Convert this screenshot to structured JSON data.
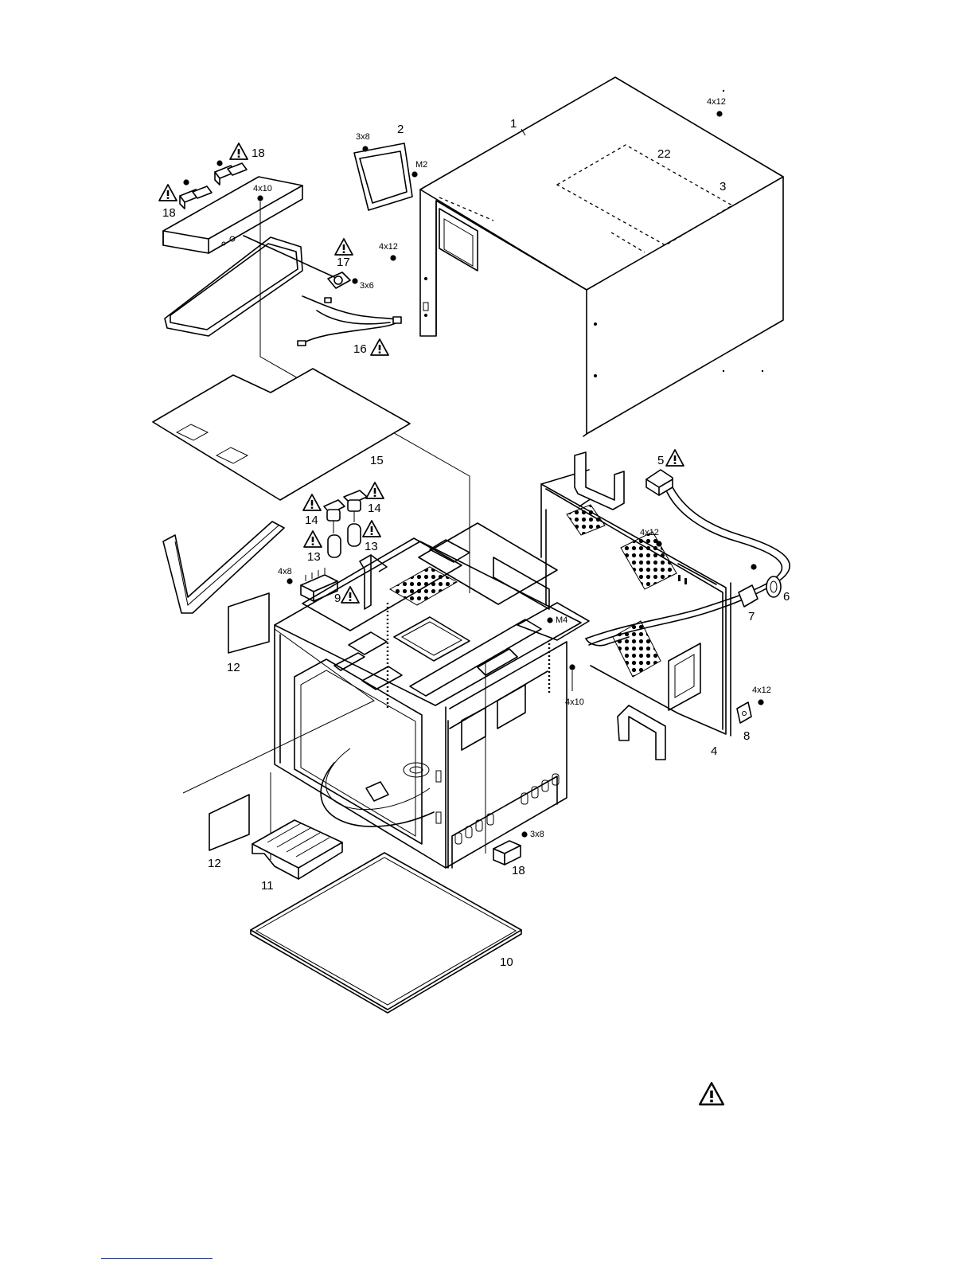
{
  "colors": {
    "line": "#000000",
    "background": "#ffffff",
    "footer_rule": "#1a3fd6"
  },
  "parts": {
    "p1": "1",
    "p2": "2",
    "p3": "3",
    "p4": "4",
    "p5": "5",
    "p6": "6",
    "p7": "7",
    "p8": "8",
    "p9": "9",
    "p10": "10",
    "p11": "11",
    "p12a": "12",
    "p12b": "12",
    "p13a": "13",
    "p13b": "13",
    "p14a": "14",
    "p14b": "14",
    "p15": "15",
    "p16": "16",
    "p17": "17",
    "p18a": "18",
    "p18b": "18",
    "p18c": "18",
    "p22": "22"
  },
  "screws": {
    "s_4x12_top": "4x12",
    "s_3x8_frame": "3x8",
    "s_m2": "M2",
    "s_4x12_side": "4x12",
    "s_4x10_top": "4x10",
    "s_3x6": "3x6",
    "s_4x12_rear": "4x12",
    "s_4x8": "4x8",
    "s_m4": "M4",
    "s_4x10_mid": "4x10",
    "s_4x12_bracket": "4x12",
    "s_3x8_bottom": "3x8"
  },
  "icons": {
    "warning": "warning-triangle-icon"
  }
}
